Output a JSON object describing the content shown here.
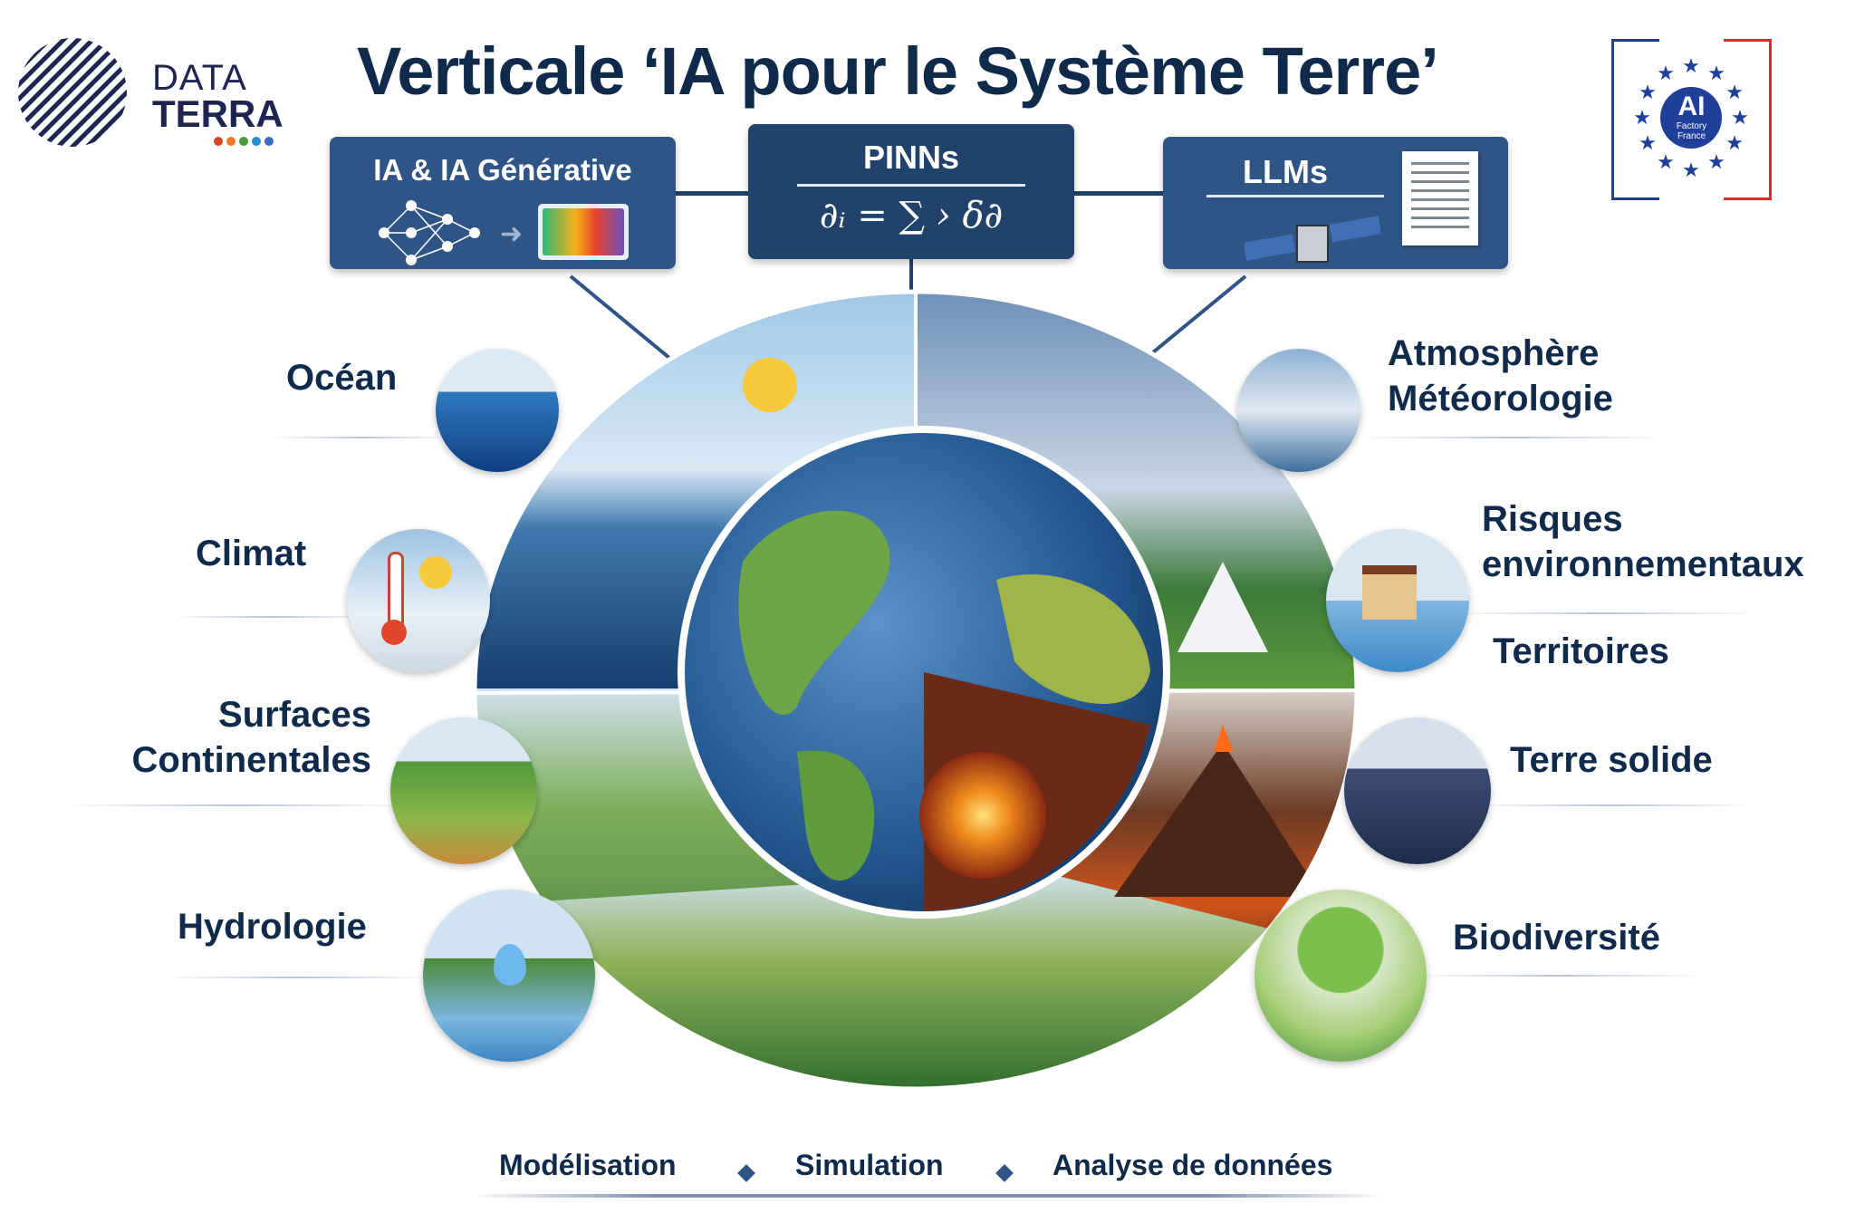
{
  "header": {
    "title": "Verticale ‘IA pour le Système Terre’",
    "logo_left": {
      "line1": "DATA",
      "line2": "TERRA"
    },
    "logo_right": {
      "big": "AI",
      "line1": "Factory",
      "line2": "France"
    }
  },
  "methods": [
    {
      "label": "IA & IA Générative"
    },
    {
      "label": "PINNs",
      "formula": "∂ᵢ = ∑ › δ∂"
    },
    {
      "label": "LLMs"
    }
  ],
  "domains_left": [
    {
      "label": "Océan"
    },
    {
      "label": "Climat"
    },
    {
      "label_line1": "Surfaces",
      "label_line2": "Continentales"
    },
    {
      "label": "Hydrologie"
    }
  ],
  "domains_right": [
    {
      "label_line1": "Atmosphère",
      "label_line2": "Météorologie"
    },
    {
      "label_line1": "Risques",
      "label_line2": "environnementaux"
    },
    {
      "label": "Territoires"
    },
    {
      "label": "Terre solide"
    },
    {
      "label": "Biodiversité"
    }
  ],
  "footer": [
    "Modélisation",
    "Simulation",
    "Analyse de données"
  ],
  "colors": {
    "navy": "#0f2a4a",
    "box": "#2f5586",
    "flag_blue": "#1f3f9a",
    "flag_red": "#e3262b"
  }
}
